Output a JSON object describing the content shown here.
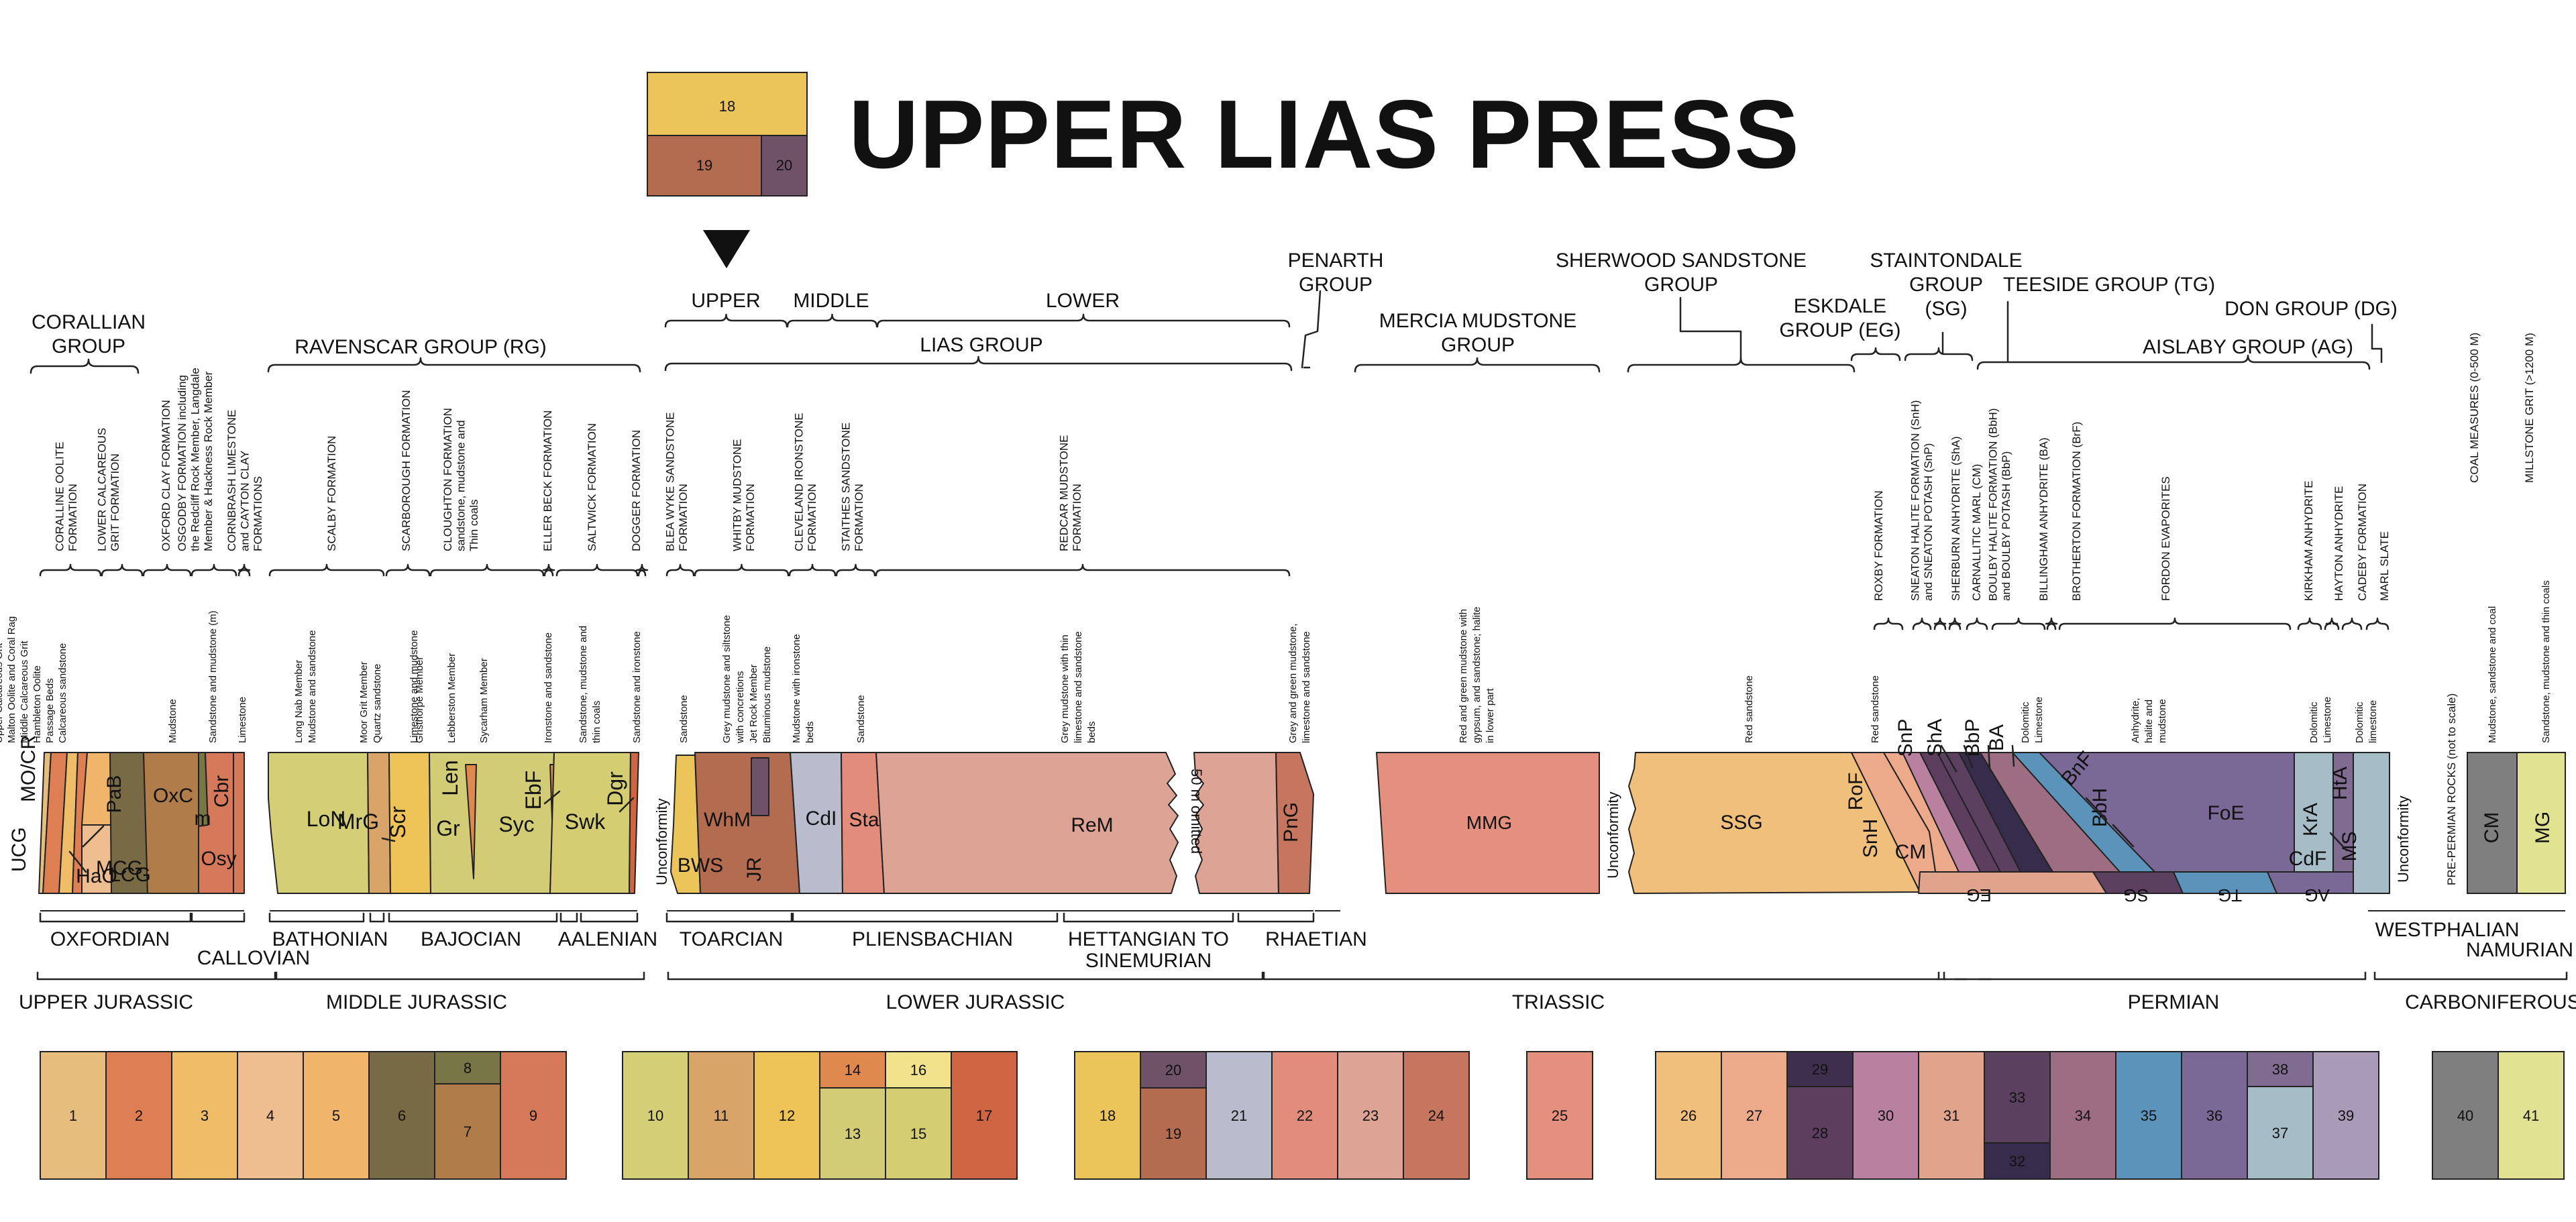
{
  "title": "UPPER LIAS PRESS",
  "logo": {
    "top": "18",
    "bottom_left": "19",
    "bottom_right": "20"
  },
  "groups": [
    {
      "key": "corallian",
      "lines": [
        "CORALLIAN",
        "GROUP"
      ]
    },
    {
      "key": "ravenscar",
      "lines": [
        "RAVENSCAR GROUP (RG)"
      ]
    },
    {
      "key": "upper",
      "lines": [
        "UPPER"
      ]
    },
    {
      "key": "middle",
      "lines": [
        "MIDDLE"
      ]
    },
    {
      "key": "lower",
      "lines": [
        "LOWER"
      ]
    },
    {
      "key": "lias",
      "lines": [
        "LIAS GROUP"
      ]
    },
    {
      "key": "penarth",
      "lines": [
        "PENARTH",
        "GROUP"
      ]
    },
    {
      "key": "mercia",
      "lines": [
        "MERCIA MUDSTONE",
        "GROUP"
      ]
    },
    {
      "key": "sherwood",
      "lines": [
        "SHERWOOD SANDSTONE",
        "GROUP"
      ]
    },
    {
      "key": "eskdale",
      "lines": [
        "ESKDALE",
        "GROUP (EG)"
      ]
    },
    {
      "key": "staintondale",
      "lines": [
        "STAINTONDALE",
        "GROUP",
        "(SG)"
      ]
    },
    {
      "key": "teeside",
      "lines": [
        "TEESIDE GROUP (TG)"
      ]
    },
    {
      "key": "don",
      "lines": [
        "DON GROUP (DG)"
      ]
    },
    {
      "key": "aislaby",
      "lines": [
        "AISLABY GROUP (AG)"
      ]
    }
  ],
  "formations": [
    {
      "key": "f1",
      "lines": [
        "CORALLINE OOLITE",
        "FORMATION"
      ]
    },
    {
      "key": "f2",
      "lines": [
        "LOWER CALCAREOUS",
        "GRIT FORMATION"
      ]
    },
    {
      "key": "f3",
      "lines": [
        "OXFORD CLAY FORMATION"
      ]
    },
    {
      "key": "f4",
      "lines": [
        "OSGODBY FORMATION including",
        "the Redcliff Rock Member, Langdale",
        "Member & Hackness Rock Member"
      ]
    },
    {
      "key": "f5",
      "lines": [
        "CORNBRASH LIMESTONE",
        "and CAYTON CLAY",
        "FORMATIONS"
      ]
    },
    {
      "key": "f6",
      "lines": [
        "SCALBY FORMATION"
      ]
    },
    {
      "key": "f7",
      "lines": [
        "SCARBOROUGH FORMATION"
      ]
    },
    {
      "key": "f8",
      "lines": [
        "CLOUGHTON FORMATION",
        "sandstone, mudstone and",
        "Thin coals"
      ]
    },
    {
      "key": "f9",
      "lines": [
        "ELLER BECK FORMATION"
      ]
    },
    {
      "key": "f10",
      "lines": [
        "SALTWICK FORMATION"
      ]
    },
    {
      "key": "f11",
      "lines": [
        "DOGGER FORMATION"
      ]
    },
    {
      "key": "f12",
      "lines": [
        "BLEA WYKE SANDSTONE",
        "FORMATION"
      ]
    },
    {
      "key": "f13",
      "lines": [
        "WHITBY MUDSTONE",
        "FORMATION"
      ]
    },
    {
      "key": "f14",
      "lines": [
        "CLEVELAND IRONSTONE",
        "FORMATION"
      ]
    },
    {
      "key": "f15",
      "lines": [
        "STAITHES SANDSTONE",
        "FORMATION"
      ]
    },
    {
      "key": "f16",
      "lines": [
        "REDCAR MUDSTONE",
        "FORMATION"
      ]
    },
    {
      "key": "f17",
      "lines": [
        "ROXBY FORMATION"
      ]
    },
    {
      "key": "f18",
      "lines": [
        "SNEATON HALITE FORMATION (SnH)",
        "and SNEATON POTASH (SnP)"
      ]
    },
    {
      "key": "f19",
      "lines": [
        "SHERBURN ANHYDRITE (ShA)"
      ]
    },
    {
      "key": "f20",
      "lines": [
        "CARNALLITIC MARL (CM)"
      ]
    },
    {
      "key": "f21",
      "lines": [
        "BOULBY HALITE FORMATION (BbH)",
        "and BOULBY POTASH (BbP)"
      ]
    },
    {
      "key": "f22",
      "lines": [
        "BILLINGHAM ANHYDRITE (BA)"
      ]
    },
    {
      "key": "f23",
      "lines": [
        "BROTHERTON FORMATION (BrF)"
      ]
    },
    {
      "key": "f24",
      "lines": [
        "FORDON EVAPORITES"
      ]
    },
    {
      "key": "f25",
      "lines": [
        "KIRKHAM ANHYDRITE"
      ]
    },
    {
      "key": "f26",
      "lines": [
        "HAYTON ANHYDRITE"
      ]
    },
    {
      "key": "f27",
      "lines": [
        "CADEBY FORMATION"
      ]
    },
    {
      "key": "f28",
      "lines": [
        "MARL SLATE"
      ]
    },
    {
      "key": "f29",
      "lines": [
        "COAL MEASURES (0-500 M)"
      ]
    },
    {
      "key": "f30",
      "lines": [
        "MILLSTONE GRIT (>1200 M)"
      ]
    }
  ],
  "lithologies": [
    {
      "key": "l1",
      "lines": [
        "Upper Calcareous Grit",
        "Malton Oolite and Coral Rag",
        "Middle Calcareous Grit",
        "Hambleton Oolite",
        "Passage Beds",
        "Calcareous sandstone"
      ]
    },
    {
      "key": "l2",
      "lines": [
        "Mudstone"
      ]
    },
    {
      "key": "l3",
      "lines": [
        "Sandstone and mudstone (m)"
      ]
    },
    {
      "key": "l4",
      "lines": [
        "Limestone"
      ]
    },
    {
      "key": "l5",
      "lines": [
        "Long Nab Member",
        "Mudstone and sandstone"
      ]
    },
    {
      "key": "l6",
      "lines": [
        "Moor Grit Member",
        "Quartz sandstone"
      ]
    },
    {
      "key": "l7",
      "lines": [
        "Limestone and mudstone"
      ]
    },
    {
      "key": "l8",
      "lines": [
        "Gristhorpe Member",
        "Lebberston Member",
        "Sycarham Member"
      ]
    },
    {
      "key": "l9",
      "lines": [
        "Ironstone and sandstone"
      ]
    },
    {
      "key": "l10",
      "lines": [
        "Sandstone, mudstone and",
        "thin coals"
      ]
    },
    {
      "key": "l11",
      "lines": [
        "Sandstone and ironstone"
      ]
    },
    {
      "key": "l12",
      "lines": [
        "Sandstone"
      ]
    },
    {
      "key": "l13",
      "lines": [
        "Grey mudstone and siltstone",
        "with concretions",
        "Jet Rock Member",
        "Bituminous mudstone"
      ]
    },
    {
      "key": "l14",
      "lines": [
        "Mudstone with ironstone",
        "beds"
      ]
    },
    {
      "key": "l15",
      "lines": [
        "Sandstone"
      ]
    },
    {
      "key": "l16",
      "lines": [
        "Grey mudstone with thin",
        "limestone and sandstone",
        "beds"
      ]
    },
    {
      "key": "l17",
      "lines": [
        "Grey and green mudstone,",
        "limestone and sandstone"
      ]
    },
    {
      "key": "l18",
      "lines": [
        "Red and green mudstone with",
        "gypsum, and sandstone; halite",
        "in lower part"
      ]
    },
    {
      "key": "l19",
      "lines": [
        "Red sandstone"
      ]
    },
    {
      "key": "l20",
      "lines": [
        "Red sandstone"
      ]
    },
    {
      "key": "l21",
      "lines": [
        "Dolomitic",
        "Limestone"
      ]
    },
    {
      "key": "l22",
      "lines": [
        "Anhydrite,",
        "halite and",
        "mudstone"
      ]
    },
    {
      "key": "l23",
      "lines": [
        "Dolomitic",
        "Limestone"
      ]
    },
    {
      "key": "l24",
      "lines": [
        "Dolomitic",
        "limestone"
      ]
    },
    {
      "key": "l25",
      "lines": [
        "PRE-PERMIAN ROCKS (not to scale)"
      ]
    },
    {
      "key": "l26",
      "lines": [
        "Mudstone, sandstone and coal"
      ]
    },
    {
      "key": "l27",
      "lines": [
        "Sandstone, mudstone and thin coals"
      ]
    }
  ],
  "unit_codes": {
    "UCG": "UCG",
    "MOCR": "MO/CR",
    "MCG": "MCG",
    "HaO": "HaO",
    "PaB": "PaB",
    "LCG": "LCG",
    "OxC": "OxC",
    "Osy": "Osy",
    "m": "m",
    "Cbr": "Cbr",
    "LoN": "LoN",
    "MrG": "MrG",
    "Scr": "Scr",
    "Gr": "Gr",
    "Len": "Len",
    "Syc": "Syc",
    "EbF": "EbF",
    "Swk": "Swk",
    "Dgr": "Dgr",
    "BWS": "BWS",
    "WhM": "WhM",
    "JR": "JR",
    "CdI": "CdI",
    "Sta": "Sta",
    "ReM": "ReM",
    "PnG": "PnG",
    "MMG": "MMG",
    "SSG": "SSG",
    "RoF": "RoF",
    "SnH": "SnH",
    "CM": "CM",
    "SnP": "SnP",
    "ShA": "ShA",
    "BbP": "BbP",
    "BA": "BA",
    "BnF": "BnF",
    "BbH": "BbH",
    "FoE": "FoE",
    "KrA": "KrA",
    "CdF": "CdF",
    "HtA": "HtA",
    "MS": "MS",
    "EG": "EG",
    "SG": "SG",
    "TG": "TG",
    "AG": "AG",
    "CMc": "CM",
    "MG": "MG"
  },
  "unconformity": "Unconformity",
  "omitted": "50 m omitted",
  "stages": {
    "oxfordian": "OXFORDIAN",
    "callovian": "CALLOVIAN",
    "bathonian": "BATHONIAN",
    "bajocian": "BAJOCIAN",
    "aalenian": "AALENIAN",
    "toarcian": "TOARCIAN",
    "pliensbachian": "PLIENSBACHIAN",
    "hettangian": [
      "HETTANGIAN TO",
      "SINEMURIAN"
    ],
    "rhaetian": "RHAETIAN",
    "westphalian": "WESTPHALIAN",
    "namurian": "NAMURIAN"
  },
  "periods": {
    "upper_jurassic": "UPPER JURASSIC",
    "middle_jurassic": "MIDDLE JURASSIC",
    "lower_jurassic": "LOWER JURASSIC",
    "triassic": "TRIASSIC",
    "permian": "PERMIAN",
    "carboniferous": "CARBONIFEROUS"
  },
  "swatches": [
    {
      "n": "1",
      "color": "#e7bd7d"
    },
    {
      "n": "2",
      "color": "#de7e53"
    },
    {
      "n": "3",
      "color": "#efbc68"
    },
    {
      "n": "4",
      "color": "#efbe90"
    },
    {
      "n": "5",
      "color": "#f0b46b"
    },
    {
      "n": "6",
      "color": "#776a45"
    },
    {
      "n": "7",
      "color": "#b07c4a"
    },
    {
      "n": "8",
      "color": "#787647"
    },
    {
      "n": "9",
      "color": "#d6785a"
    },
    {
      "n": "10",
      "color": "#d4cf77"
    },
    {
      "n": "11",
      "color": "#d8a468"
    },
    {
      "n": "12",
      "color": "#eec358"
    },
    {
      "n": "13",
      "color": "#d1cc75"
    },
    {
      "n": "14",
      "color": "#e0894f"
    },
    {
      "n": "15",
      "color": "#d4cd72"
    },
    {
      "n": "16",
      "color": "#f3e28c"
    },
    {
      "n": "17",
      "color": "#cf6542"
    },
    {
      "n": "18",
      "color": "#ebc55a"
    },
    {
      "n": "19",
      "color": "#b36c50"
    },
    {
      "n": "20",
      "color": "#6f5268"
    },
    {
      "n": "21",
      "color": "#b8bccc"
    },
    {
      "n": "22",
      "color": "#e28d7c"
    },
    {
      "n": "23",
      "color": "#dda496"
    },
    {
      "n": "24",
      "color": "#c6765f"
    },
    {
      "n": "25",
      "color": "#e5907e"
    },
    {
      "n": "26",
      "color": "#f0bf7b"
    },
    {
      "n": "27",
      "color": "#ecaa8a"
    },
    {
      "n": "28",
      "color": "#5e3e5e"
    },
    {
      "n": "29",
      "color": "#3d2f4d"
    },
    {
      "n": "30",
      "color": "#b9819f"
    },
    {
      "n": "31",
      "color": "#e0a38c"
    },
    {
      "n": "32",
      "color": "#362c4c"
    },
    {
      "n": "33",
      "color": "#5b4060"
    },
    {
      "n": "34",
      "color": "#9d6d82"
    },
    {
      "n": "35",
      "color": "#5b93bb"
    },
    {
      "n": "36",
      "color": "#7a6897"
    },
    {
      "n": "37",
      "color": "#a6bcc7"
    },
    {
      "n": "38",
      "color": "#806b91"
    },
    {
      "n": "39",
      "color": "#a99ab7"
    },
    {
      "n": "40",
      "color": "#7f7f7f"
    },
    {
      "n": "41",
      "color": "#e1e292"
    }
  ]
}
